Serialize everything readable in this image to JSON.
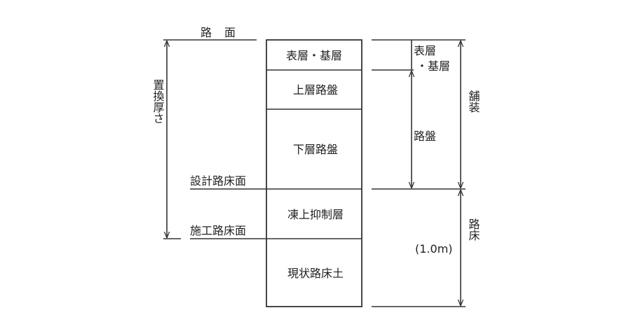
{
  "title": "路面",
  "left_labels": {
    "replacement_thickness": "置換厚さ",
    "design_subgrade_surface": "設計路床面",
    "construction_subgrade_surface": "施工路床面"
  },
  "layers": [
    {
      "label": "表層・基層"
    },
    {
      "label": "上層路盤"
    },
    {
      "label": "下層路盤"
    },
    {
      "label": "凍上抑制層"
    },
    {
      "label": "現状路床土"
    }
  ],
  "right_labels": {
    "surface_binder_line1": "表層",
    "surface_binder_line2": "・基層",
    "roadbed": "路盤",
    "pavement": "舗装",
    "subgrade": "路床",
    "subgrade_depth": "(1.0m)"
  },
  "colors": {
    "line": "#333333",
    "text": "#222222"
  }
}
